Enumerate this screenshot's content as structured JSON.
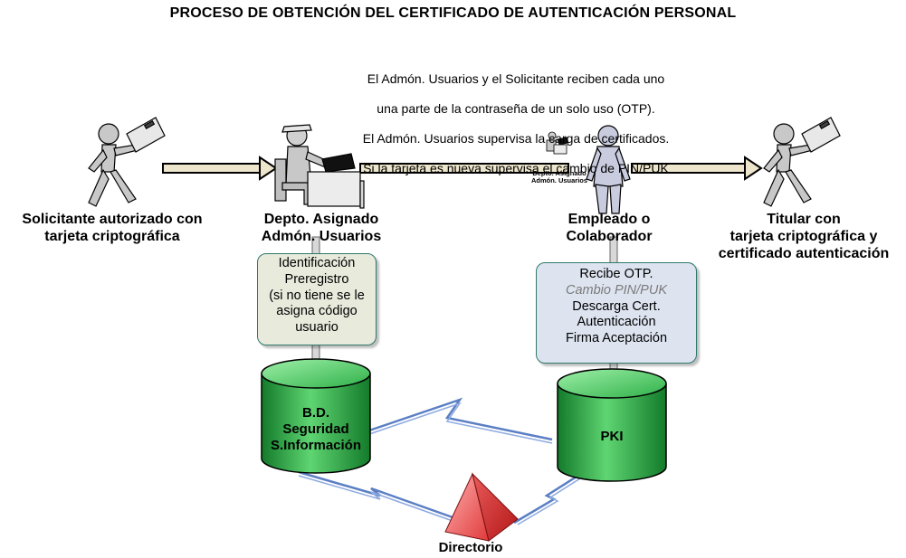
{
  "title": "PROCESO DE OBTENCIÓN DEL CERTIFICADO DE AUTENTICACIÓN PERSONAL",
  "note_lines": [
    "El Admón. Usuarios y el Solicitante reciben cada uno",
    "una parte de la contraseña de un solo uso (OTP).",
    "El Admón. Usuarios supervisa la carga de certificados.",
    "Si la tarjeta es nueva supervisa el cambio de PIN/PUK"
  ],
  "actors": {
    "solicitante": "Solicitante autorizado con\ntarjeta criptográfica",
    "depto": "Depto. Asignado\nAdmón. Usuarios",
    "empleado": "Empleado o\nColaborador",
    "titular": "Titular con\ntarjeta criptográfica y\ncertificado autenticación"
  },
  "small_label": "Depto. Asignado\nAdmón. Usuarios",
  "box_left": {
    "lines": [
      "Identificación",
      "Preregistro",
      "(si no tiene se le",
      "asigna código",
      "usuario"
    ],
    "fill": "#e8eadc"
  },
  "box_right": {
    "lines": [
      "Recibe OTP.",
      "Cambio PIN/PUK",
      "Descarga Cert.",
      "Autenticación",
      "Firma Aceptación"
    ],
    "italic_index": 1,
    "fill": "#dde4f0"
  },
  "databases": {
    "left": "B.D.\nSeguridad\nS.Información",
    "right": "PKI"
  },
  "directory": "Directorio",
  "colors": {
    "db_green": "#1f9a3a",
    "db_green_light": "#7fe08c",
    "pyramid": "#e03a3a",
    "pyramid_light": "#ff9a9a",
    "link_blue": "#5b7fc4",
    "box_border": "#2e7a6b"
  }
}
